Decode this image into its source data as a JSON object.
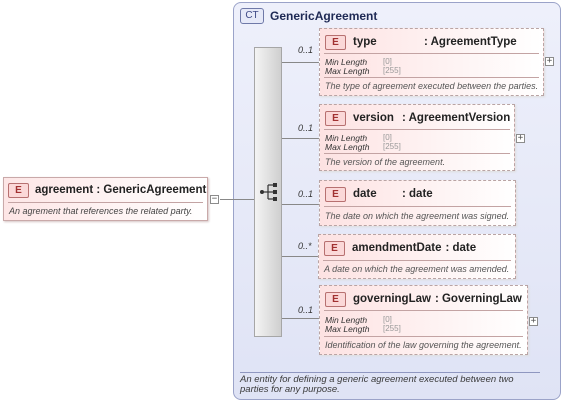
{
  "complex_type": {
    "badge": "CT",
    "name": "GenericAgreement",
    "description": "An entity for defining a generic agreement executed between two parties for any purpose."
  },
  "root": {
    "badge": "E",
    "name": "agreement",
    "type": "GenericAgreement",
    "description": "An agrement that references the related party.",
    "toggle": "−"
  },
  "facet_labels": {
    "min": "Min Length",
    "max": "Max Length"
  },
  "children": [
    {
      "badge": "E",
      "name": "type",
      "type": "AgreementType",
      "cardinality": "0..1",
      "min_length": "[0]",
      "max_length": "[255]",
      "description": "The type of agreement executed between the parties.",
      "toggle": "+"
    },
    {
      "badge": "E",
      "name": "version",
      "type": "AgreementVersion",
      "cardinality": "0..1",
      "min_length": "[0]",
      "max_length": "[255]",
      "description": "The version of the agreement.",
      "toggle": "+"
    },
    {
      "badge": "E",
      "name": "date",
      "type": "date",
      "cardinality": "0..1",
      "description": "The date on which the agreement was signed."
    },
    {
      "badge": "E",
      "name": "amendmentDate",
      "type": "date",
      "cardinality": "0..*",
      "description": "A date on which the agreement was amended."
    },
    {
      "badge": "E",
      "name": "governingLaw",
      "type": "GoverningLaw",
      "cardinality": "0..1",
      "min_length": "[0]",
      "max_length": "[255]",
      "description": "Identification of the law governing the agreement.",
      "toggle": "+"
    }
  ]
}
